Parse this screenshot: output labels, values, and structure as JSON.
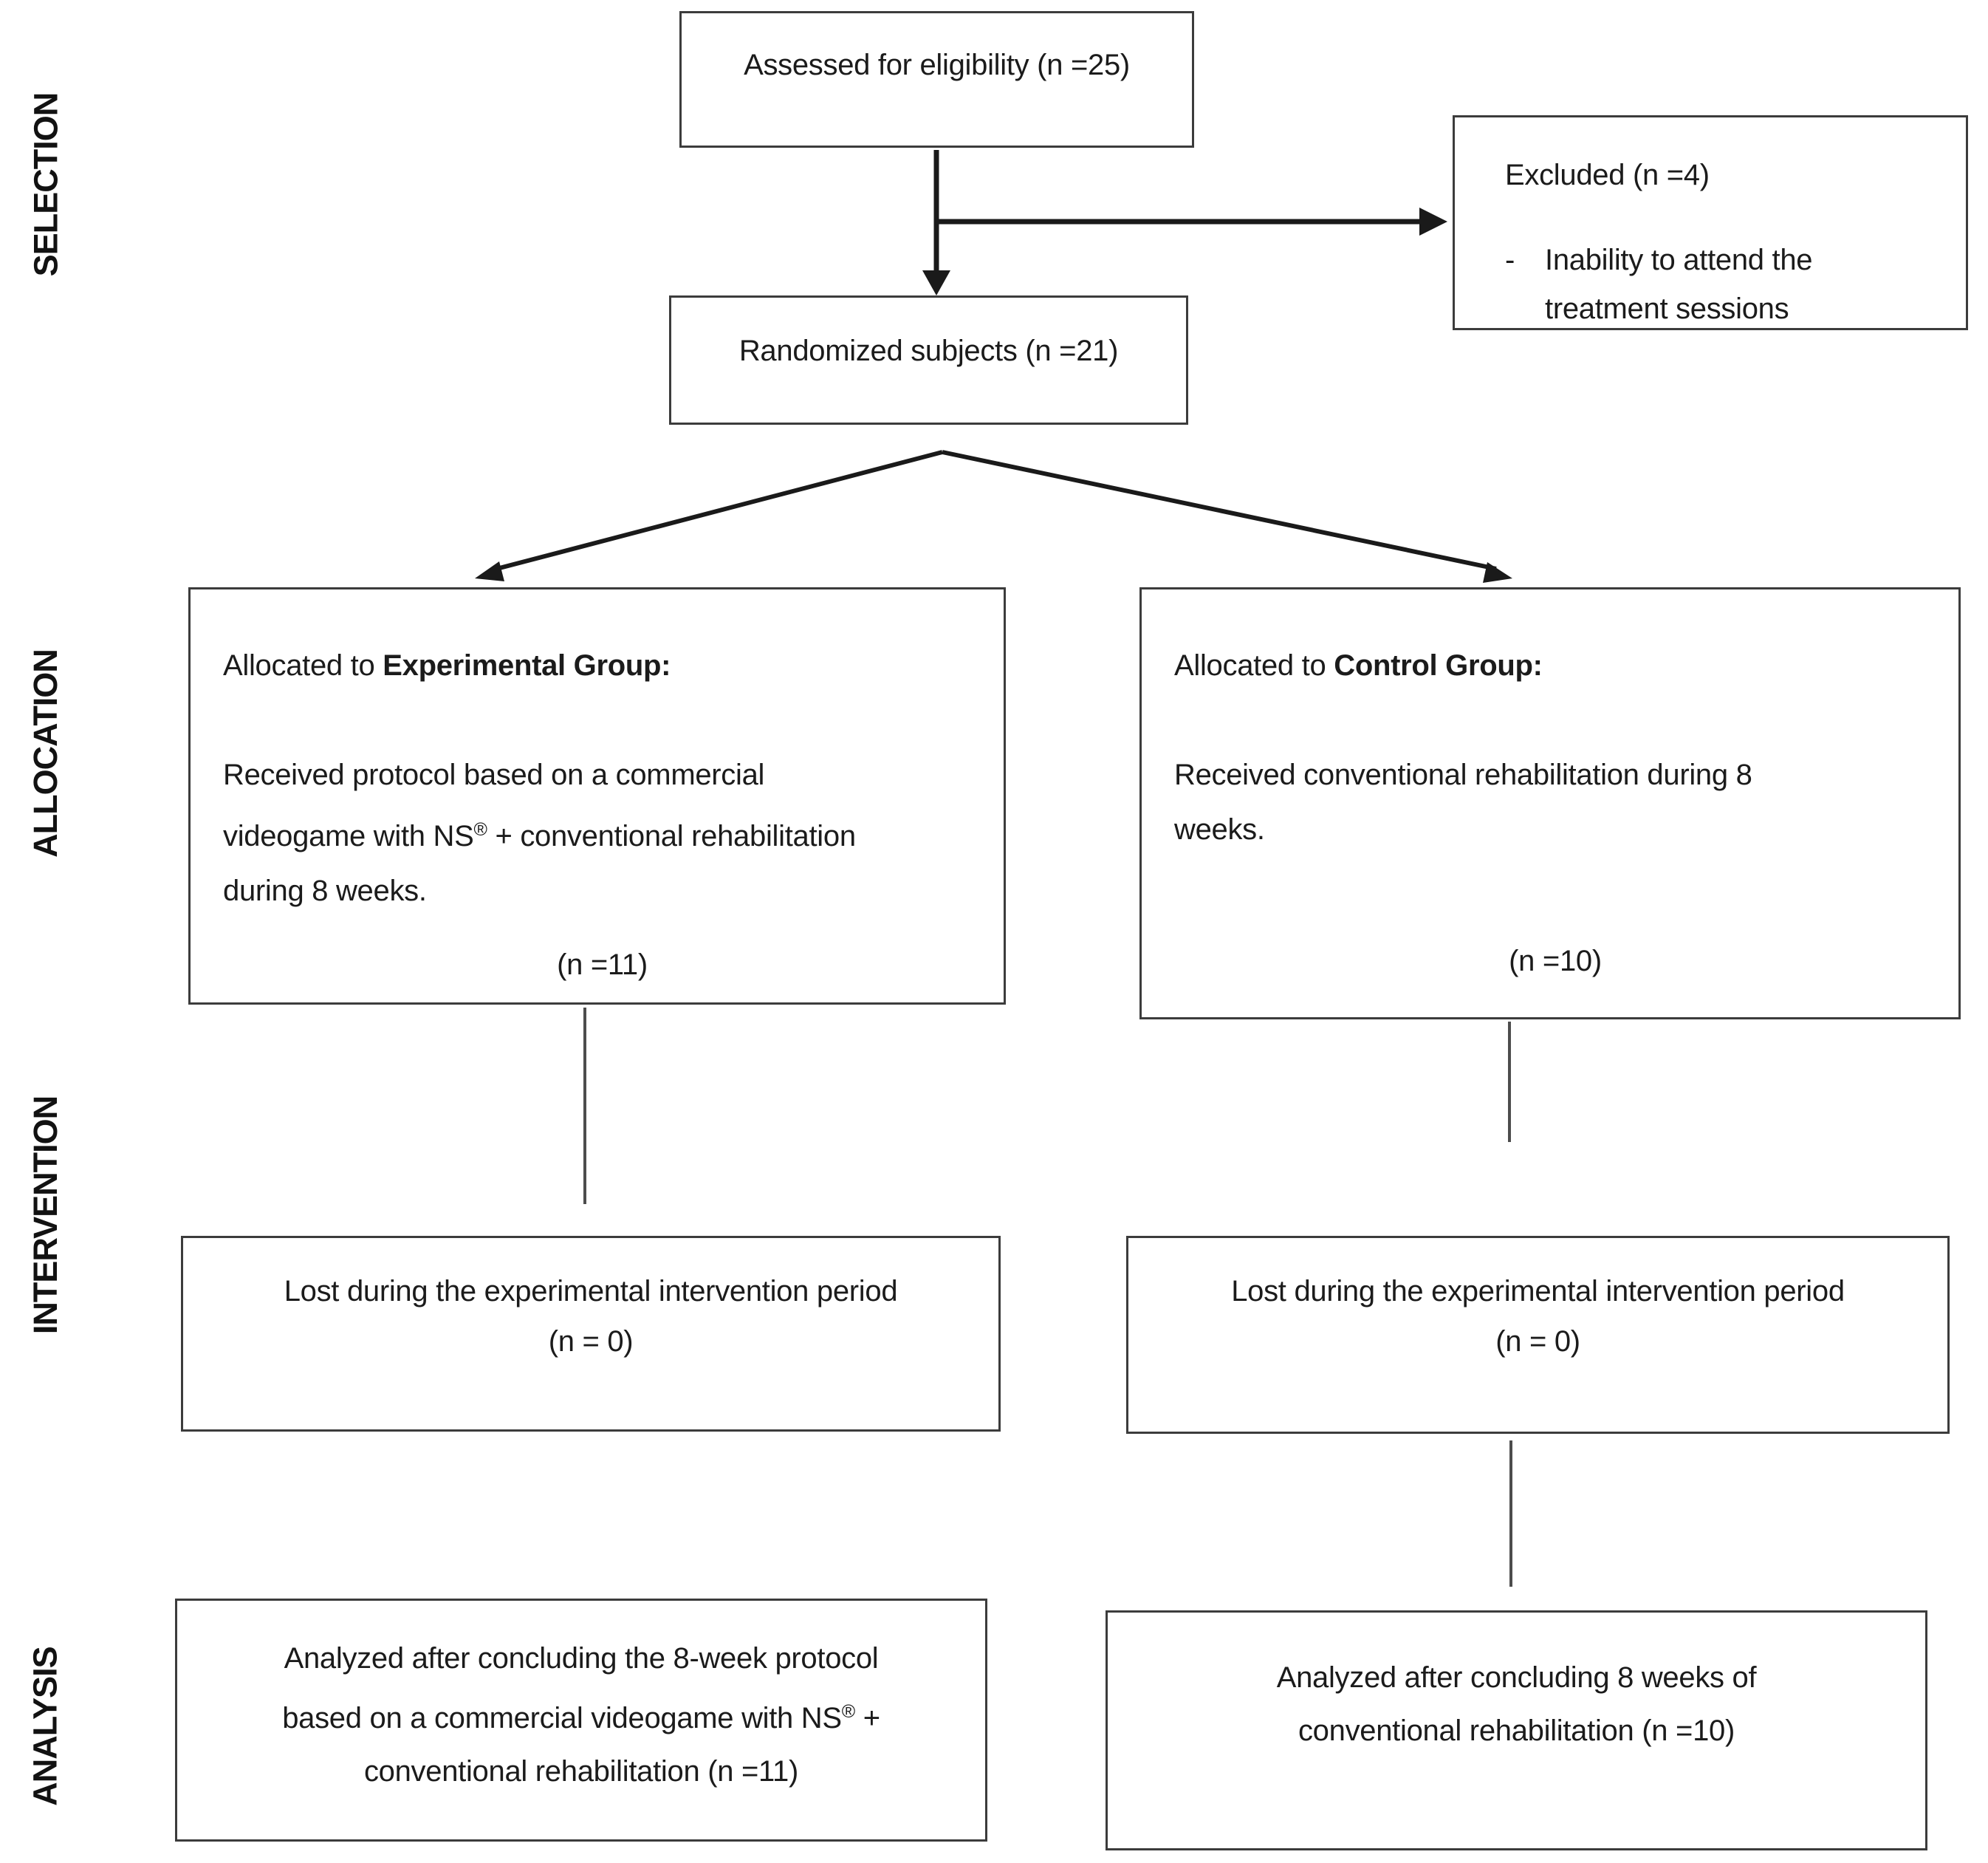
{
  "figure": {
    "type": "consort-flow-diagram",
    "background": "#ffffff",
    "box_border_color": "#3c3c3c",
    "text_color": "#1b1b1b",
    "arrow_color": "#1a1a1a",
    "connector_color": "#4d4d4d"
  },
  "side_labels": {
    "selection": "SELECTION",
    "allocation": "ALLOCATION",
    "intervention": "INTERVENTION",
    "analysis": "ANALYSIS"
  },
  "boxes": {
    "assessed": {
      "text": "Assessed for eligibility (n =25)"
    },
    "excluded": {
      "title": "Excluded (n =4)",
      "bullet_dash": "-",
      "bullet_lines": [
        "Inability to attend the",
        "treatment sessions"
      ]
    },
    "randomized": {
      "text": "Randomized subjects (n =21)"
    },
    "alloc_left": {
      "heading_prefix": "Allocated to ",
      "heading_bold": "Experimental Group:",
      "body_line1": "Received protocol based on a commercial",
      "body_line2_pre": "videogame with NS",
      "body_line2_sup": "®",
      "body_line2_post": " + conventional rehabilitation",
      "body_line3": "during 8 weeks.",
      "n_label": "(n =11)"
    },
    "alloc_right": {
      "heading_prefix": "Allocated to ",
      "heading_bold": "Control Group:",
      "body_line1": "Received conventional rehabilitation during 8",
      "body_line2": "weeks.",
      "n_label": "(n =10)"
    },
    "interv_left": {
      "line1": "Lost during the experimental intervention period",
      "n_label": "(n = 0)"
    },
    "interv_right": {
      "line1": "Lost during the experimental intervention period",
      "n_label": "(n = 0)"
    },
    "analysis_left": {
      "line1": "Analyzed after concluding the 8-week protocol",
      "line2_pre": "based on a commercial videogame with NS",
      "line2_sup": "®",
      "line2_post": " +",
      "line3": "conventional rehabilitation (n =11)"
    },
    "analysis_right": {
      "line1": "Analyzed after concluding 8 weeks of",
      "line2": "conventional rehabilitation (n =10)"
    }
  }
}
